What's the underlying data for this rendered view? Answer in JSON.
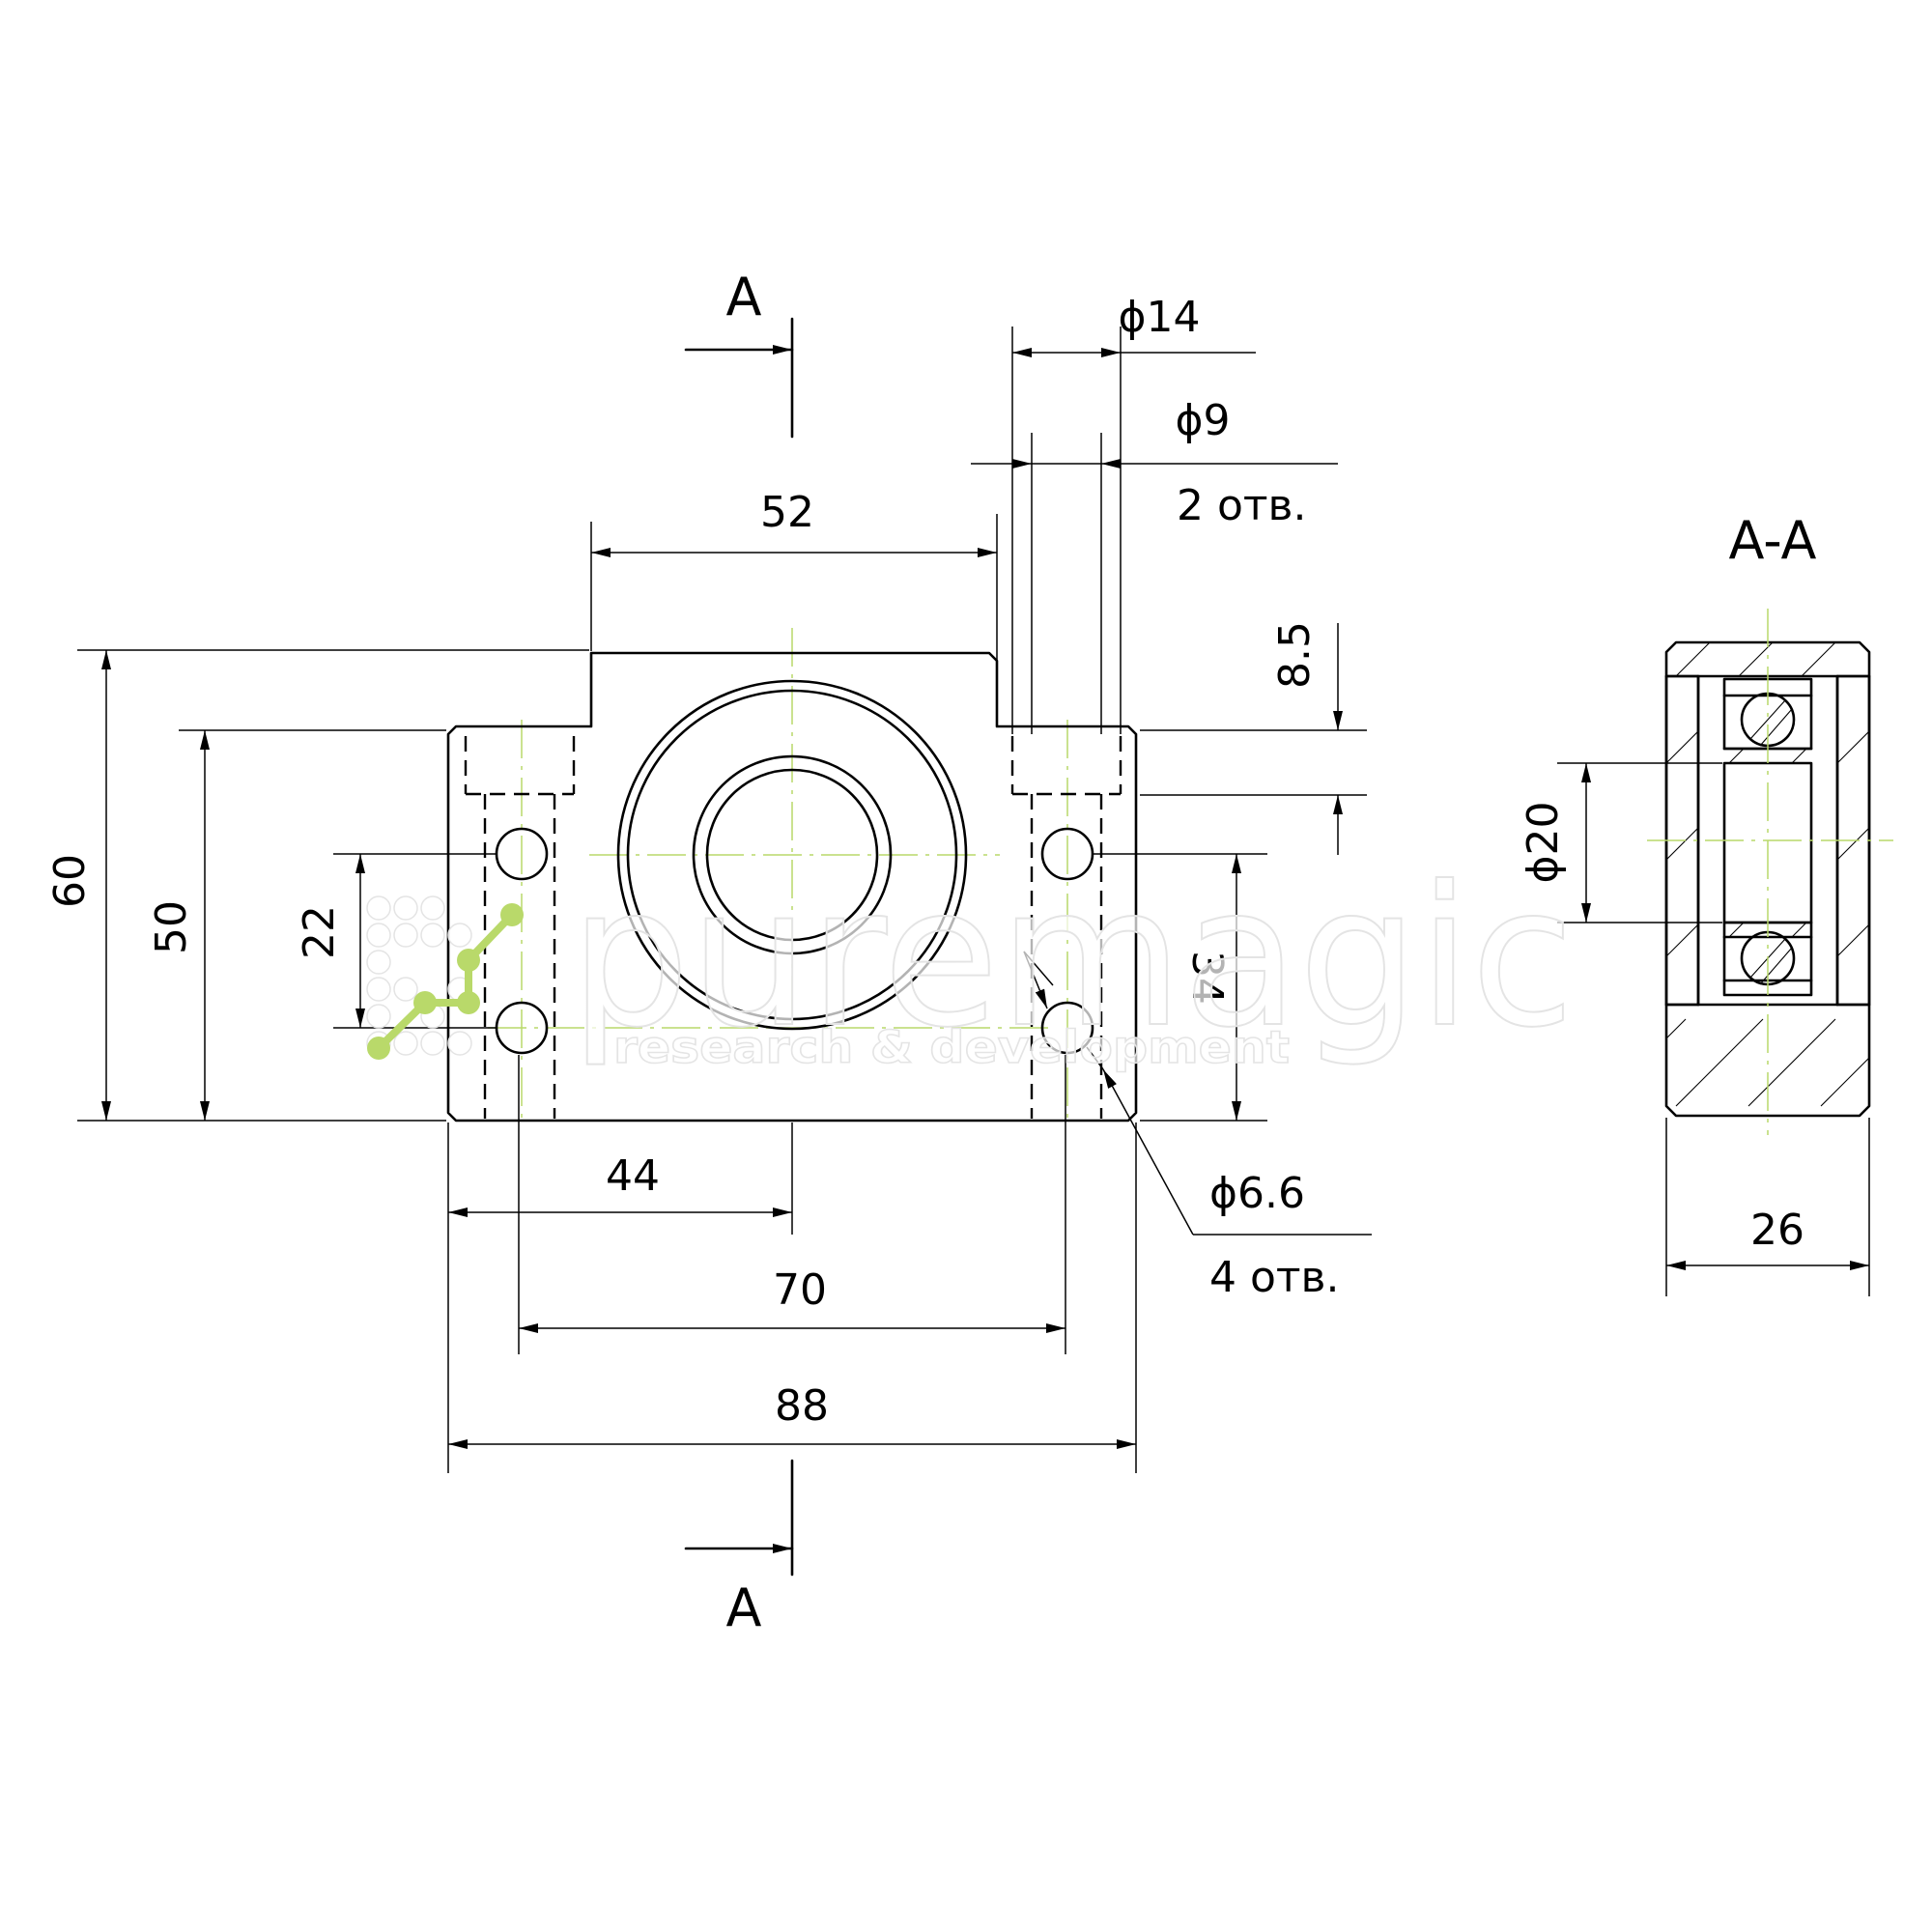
{
  "section_marks": {
    "top": "A",
    "bottom": "A"
  },
  "section_view_title": "A-A",
  "dimensions": {
    "d14": "ϕ14",
    "d9": "ϕ9",
    "d9_note": "2 отв.",
    "w52": "52",
    "h8_5": "8.5",
    "h60": "60",
    "h50": "50",
    "h22": "22",
    "h34": "34",
    "d20": "ϕ20",
    "w44": "44",
    "d6_6": "ϕ6.6",
    "d6_6_note": "4 отв.",
    "w70": "70",
    "w88": "88",
    "w26": "26"
  },
  "watermark": {
    "brand": "puremagic",
    "tagline": "research & development",
    "icon_color": "#b9d96a"
  }
}
